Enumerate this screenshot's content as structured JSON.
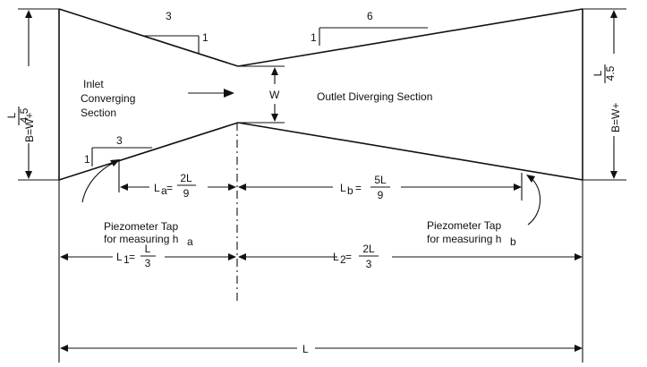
{
  "labels": {
    "inlet_line1": "Inlet",
    "inlet_line2": "Converging",
    "inlet_line3": "Section",
    "outlet": "Outlet Diverging Section",
    "throat_w": "W",
    "piezo_left_l1": "Piezometer Tap",
    "piezo_left_l2": "for measuring  h",
    "piezo_left_sub": "a",
    "piezo_right_l1": "Piezometer  Tap",
    "piezo_right_l2": "for measuring  h",
    "piezo_right_sub": "b"
  },
  "slopes": {
    "top_left_run": "3",
    "top_left_rise": "1",
    "top_right_run": "6",
    "top_right_rise": "1",
    "bottom_left_run": "3",
    "bottom_left_rise": "1"
  },
  "dimensions": {
    "B_left_eq": "B=W+",
    "B_left_num": "L",
    "B_left_den": "4.5",
    "B_right_eq": "B=W+",
    "B_right_num": "L",
    "B_right_den": "4.5",
    "La_label": "L",
    "La_sub": "a",
    "La_eq": "=",
    "La_num": "2L",
    "La_den": "9",
    "Lb_label": "L",
    "Lb_sub": "b",
    "Lb_eq": "=",
    "Lb_num": "5L",
    "Lb_den": "9",
    "L1_label": "L",
    "L1_sub": "1",
    "L1_eq": "=",
    "L1_num": "L",
    "L1_den": "3",
    "L2_label": "L",
    "L2_sub": "2",
    "L2_eq": "=",
    "L2_num": "2L",
    "L2_den": "3",
    "L_total": "L"
  }
}
